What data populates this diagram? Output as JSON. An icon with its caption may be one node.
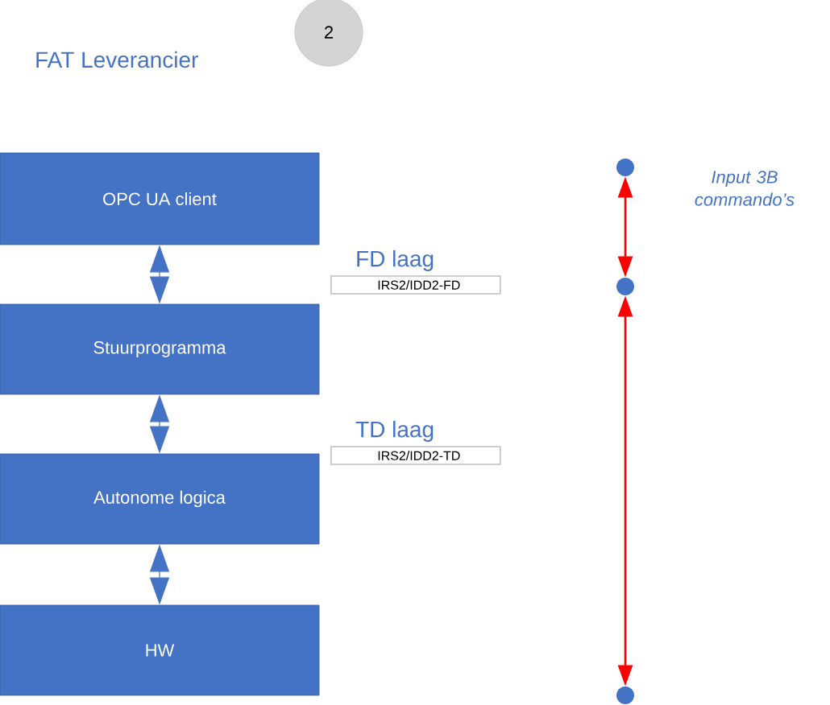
{
  "diagram": {
    "title": "FAT Leverancier",
    "nodes": [
      {
        "text": [
          "2"
        ]
      },
      {
        "text": [
          "OPC UA client"
        ]
      },
      {
        "text": [
          "Stuurprogramma"
        ]
      },
      {
        "text": [
          "Autonome logica"
        ]
      },
      {
        "text": [
          "HW"
        ]
      },
      {
        "text": [
          "FD laag",
          "IRS2/IDD2-FD"
        ]
      },
      {
        "text": [
          "TD laag",
          "IRS2/IDD2-TD"
        ]
      },
      {
        "text": [],
        "shape": "circle",
        "beside": [
          "Input 3B commando’s"
        ]
      },
      {
        "text": [],
        "shape": "circle"
      },
      {
        "text": [],
        "shape": "circle"
      }
    ],
    "edges": [
      {
        "from": 1,
        "to": 2,
        "arrow": "both"
      },
      {
        "from": 2,
        "to": 3,
        "arrow": "both"
      },
      {
        "from": 3,
        "to": 4,
        "arrow": "both"
      },
      {
        "from": 7,
        "to": 8,
        "arrow": "both",
        "color": "#ff0000"
      },
      {
        "from": 8,
        "to": 9,
        "arrow": "both",
        "color": "#ff0000"
      }
    ]
  }
}
